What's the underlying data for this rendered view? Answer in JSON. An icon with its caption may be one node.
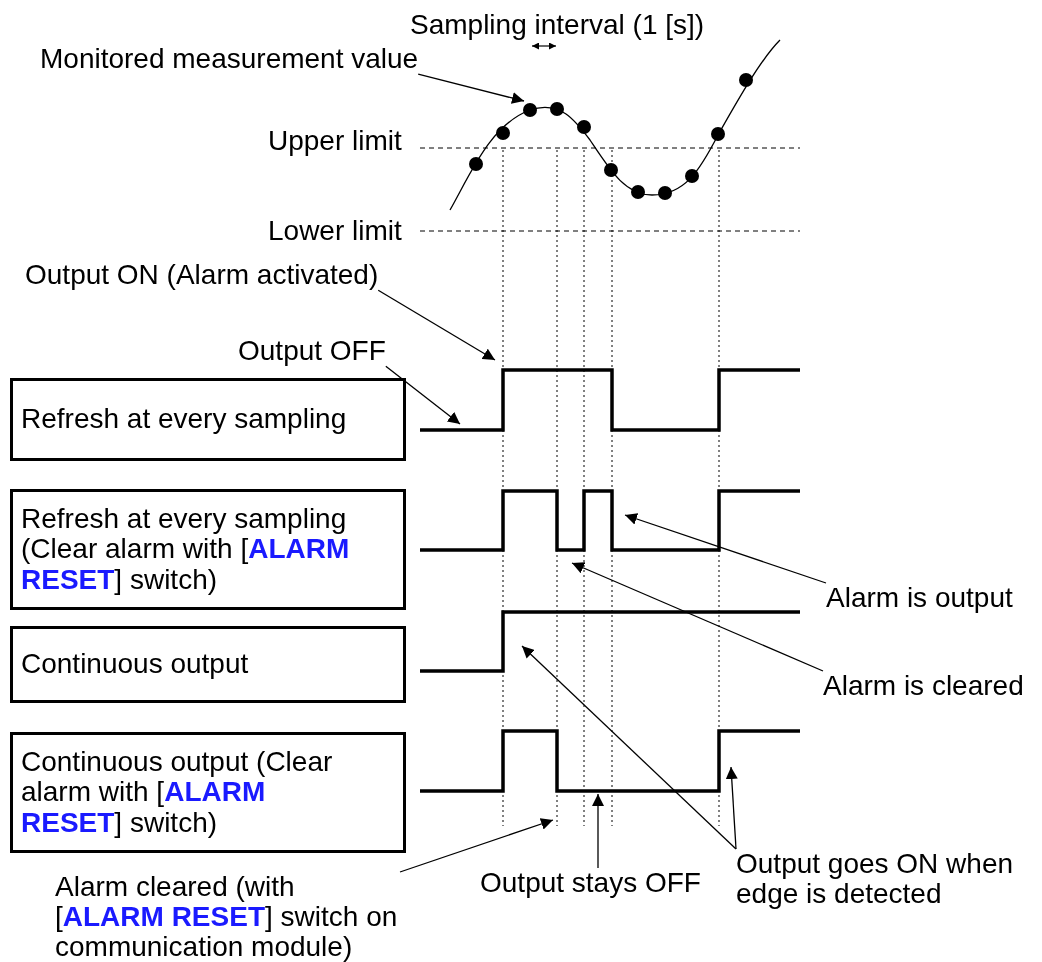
{
  "diagram": {
    "nodes": [
      {
        "text": [
          "Refresh at every sampling"
        ]
      },
      {
        "text": [
          "Refresh at every sampling (Clear alarm with [**ALARM RESET**] switch)"
        ]
      },
      {
        "text": [
          "Continuous output"
        ]
      },
      {
        "text": [
          "Continuous output (Clear alarm with [**ALARM RESET**] switch)"
        ]
      },
      {
        "text": [
          "Monitored measurement value"
        ]
      },
      {
        "text": [
          "Output ON (Alarm activated)"
        ]
      },
      {
        "text": [
          "Output OFF"
        ]
      },
      {
        "text": [
          "Alarm is output"
        ]
      },
      {
        "text": [
          "Alarm is cleared"
        ]
      },
      {
        "text": [
          "Output goes ON when edge is detected"
        ]
      },
      {
        "text": [
          "Alarm cleared (with [**ALARM RESET**] switch on communication module)"
        ]
      },
      {
        "text": [
          "Output stays OFF"
        ]
      }
    ],
    "edges": [
      {
        "from": 4,
        "to": null,
        "arrow": "to"
      },
      {
        "from": 5,
        "to": null,
        "arrow": "to"
      },
      {
        "from": 6,
        "to": null,
        "arrow": "to"
      },
      {
        "from": 7,
        "to": null,
        "arrow": "to"
      },
      {
        "from": 8,
        "to": null,
        "arrow": "to"
      },
      {
        "from": 9,
        "to": null,
        "arrow": "to"
      },
      {
        "from": 9,
        "to": null,
        "arrow": "to"
      },
      {
        "from": 10,
        "to": null,
        "arrow": "to"
      },
      {
        "from": 11,
        "to": null,
        "arrow": "to"
      }
    ],
    "labels": [
      "Sampling interval (1 [s])",
      "Upper limit",
      "Lower limit"
    ]
  }
}
